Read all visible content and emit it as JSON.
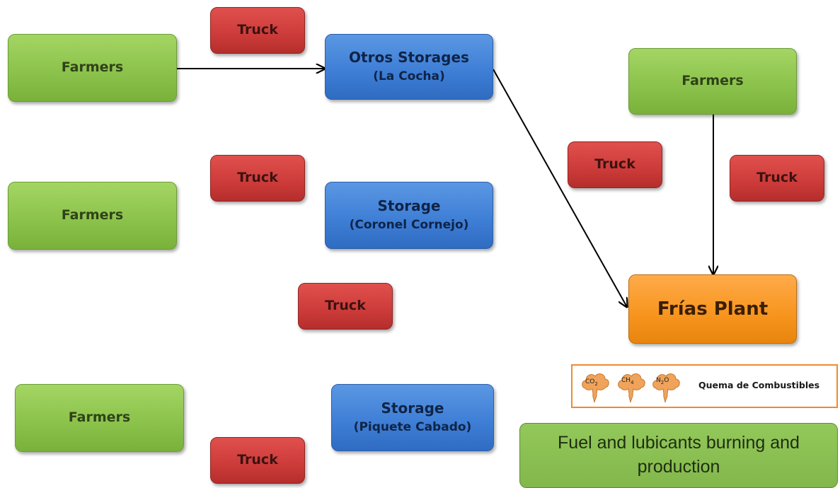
{
  "nodes": {
    "farmers_1": "Farmers",
    "farmers_2": "Farmers",
    "farmers_3": "Farmers",
    "farmers_right": "Farmers",
    "truck_1": "Truck",
    "truck_2": "Truck",
    "truck_3": "Truck",
    "truck_4": "Truck",
    "truck_5": "Truck",
    "truck_6": "Truck",
    "storage_1": {
      "title": "Otros Storages",
      "subtitle": "(La Cocha)"
    },
    "storage_2": {
      "title": "Storage",
      "subtitle": "(Coronel Cornejo)"
    },
    "storage_3": {
      "title": "Storage",
      "subtitle": "(Piquete Cabado)"
    },
    "plant": "Frías Plant",
    "fuel": "Fuel and lubicants burning and production"
  },
  "legend": {
    "gases": [
      {
        "main": "CO",
        "sub": "2"
      },
      {
        "main": "CH",
        "sub": "4"
      },
      {
        "main": "N",
        "sub": "2",
        "tail": "O"
      }
    ],
    "label": "Quema de Combustibles"
  },
  "colors": {
    "farmers": "#8cc34c",
    "truck": "#cc3b39",
    "storage": "#3f7fd6",
    "plant": "#f7941d",
    "legend_border": "#f08a2e",
    "cloud": "#f0a35a"
  },
  "edges": [
    {
      "from": "farmers_1",
      "to": "storage_1"
    },
    {
      "from": "storage_1",
      "to": "plant"
    },
    {
      "from": "farmers_right",
      "to": "plant"
    }
  ]
}
